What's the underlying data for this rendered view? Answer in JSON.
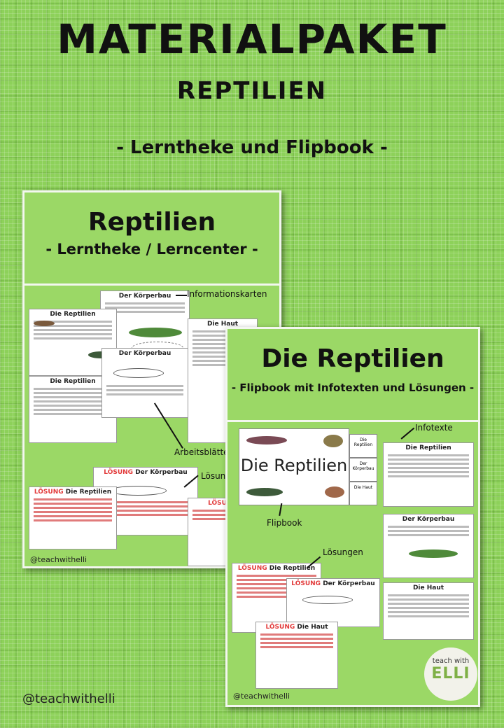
{
  "header": {
    "title": "MATERIALPAKET",
    "subtitle": "REPTILIEN",
    "tagline": "- Lerntheke und Flipbook -"
  },
  "left_card": {
    "title": "Reptilien",
    "subtitle": "- Lerntheke / Lerncenter -",
    "labels": {
      "infocards": "Informationskarten",
      "worksheets": "Arbeitsblätter",
      "solutions": "Lösungen"
    },
    "sheets": {
      "koerperbau": "Der Körperbau",
      "die_reptilien": "Die Reptilien",
      "haut": "Die Haut",
      "loesung_koerperbau_prefix": "LÖSUNG",
      "loesung_koerperbau_text": "Der Körperbau",
      "loesung_reptilien_prefix": "LÖSUNG",
      "loesung_reptilien_text": "Die Reptilien",
      "loesung_small": "LÖSUNG"
    },
    "handle": "@teachwithelli"
  },
  "right_card": {
    "title": "Die Reptilien",
    "subtitle": "- Flipbook mit Infotexten und Lösungen -",
    "labels": {
      "infotexte": "Infotexte",
      "flipbook": "Flipbook",
      "solutions": "Lösungen"
    },
    "flipbook_title": "Die Reptilien",
    "flipbook_tabs": [
      "Die Reptilien",
      "Der Körperbau",
      "Die Haut"
    ],
    "sheets": {
      "die_reptilien": "Die Reptilien",
      "koerperbau": "Der Körperbau",
      "haut": "Die Haut",
      "loesung_reptilien_prefix": "LÖSUNG",
      "loesung_reptilien_text": "Die Reptilien",
      "loesung_koerperbau_prefix": "LÖSUNG",
      "loesung_koerperbau_text": "Der Körperbau",
      "loesung_haut_prefix": "LÖSUNG",
      "loesung_haut_text": "Die Haut"
    },
    "handle": "@teachwithelli"
  },
  "footer": {
    "handle": "@teachwithelli"
  },
  "logo": {
    "line1": "teach with",
    "line2": "ELLI"
  },
  "colors": {
    "background": "#8dd15a",
    "solution_red": "#e23b3b"
  }
}
